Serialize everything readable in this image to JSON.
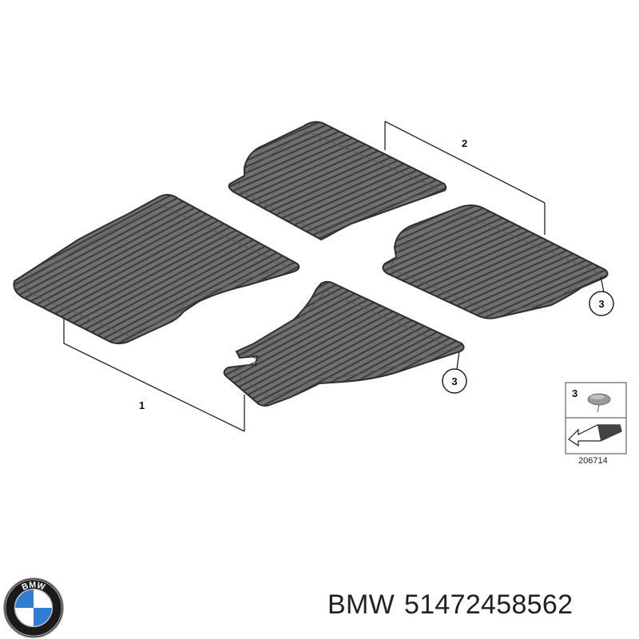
{
  "callouts": {
    "front_mats": "1",
    "rear_mats": "2",
    "clip_rear": "3",
    "clip_front": "3"
  },
  "legend": {
    "item_number": "3",
    "reference_number": "206714"
  },
  "caption": {
    "brand": "BMW",
    "part_number": "51472458562"
  },
  "logo": {
    "letters": "BMW"
  },
  "colors": {
    "mat_fill": "#6b6b6b",
    "mat_edge": "#2e2e2e",
    "mat_groove": "#3e3e3e",
    "leader_line": "#222222",
    "logo_blue": "#2f7cd0"
  }
}
